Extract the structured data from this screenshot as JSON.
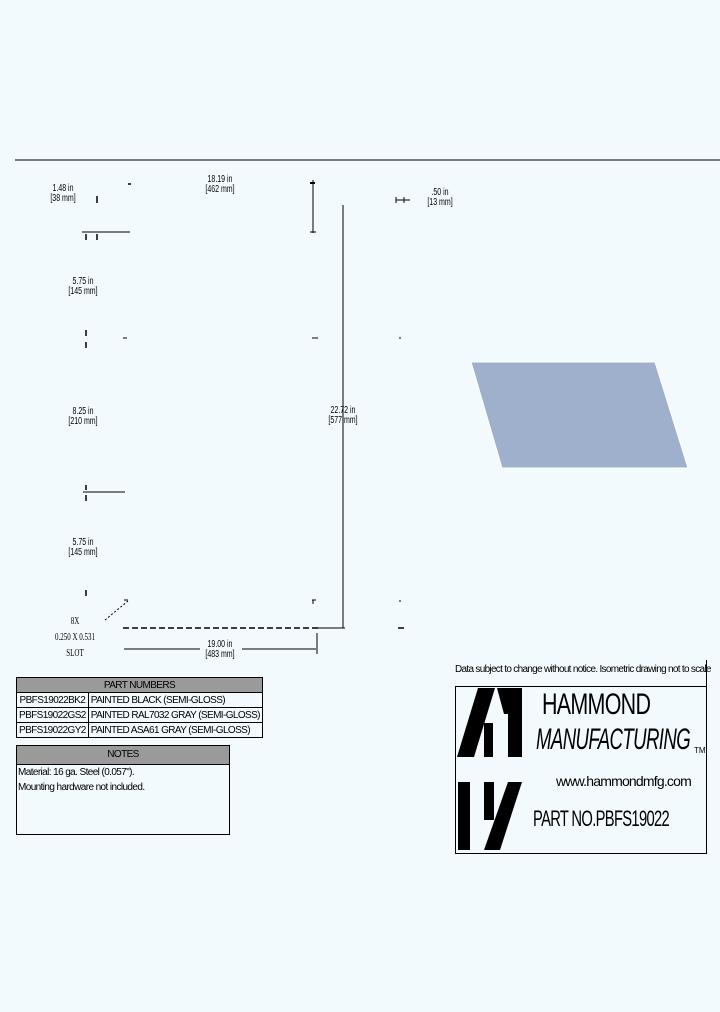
{
  "dimensions": {
    "d1": {
      "in": "1.48 in",
      "mm": "[38 mm]"
    },
    "d2": {
      "in": "18.19 in",
      "mm": "[462 mm]"
    },
    "d3": {
      "in": ".50 in",
      "mm": "[13 mm]"
    },
    "d4": {
      "in": "5.75 in",
      "mm": "[145 mm]"
    },
    "d5": {
      "in": "8.25 in",
      "mm": "[210 mm]"
    },
    "d6": {
      "in": "22.72 in",
      "mm": "[577 mm]"
    },
    "d7": {
      "in": "5.75 in",
      "mm": "[145 mm]"
    },
    "d8": {
      "in": "19.00 in",
      "mm": "[483 mm]"
    }
  },
  "slot": {
    "qty": "8X",
    "size": "0.250 X 0.531",
    "label": "SLOT"
  },
  "part_numbers": {
    "header": "PART NUMBERS",
    "rows": [
      {
        "pn": "PBFS19022BK2",
        "desc": "PAINTED BLACK (SEMI-GLOSS)"
      },
      {
        "pn": "PBFS19022GS2",
        "desc": "PAINTED RAL7032 GRAY (SEMI-GLOSS)"
      },
      {
        "pn": "PBFS19022GY2",
        "desc": "PAINTED ASA61 GRAY (SEMI-GLOSS)"
      }
    ]
  },
  "notes": {
    "header": "NOTES",
    "lines": [
      "Material: 16 ga. Steel (0.057\").",
      "Mounting hardware not included."
    ]
  },
  "title_block": {
    "disclaimer": "Data subject to change without notice. Isometric drawing not to scale",
    "company_line1": "HAMMOND",
    "company_line2": "MANUFACTURING",
    "tm": "TM",
    "website": "www.hammondmfg.com",
    "part_no": "PART NO.PBFS19022"
  },
  "colors": {
    "background": "#f3fafd",
    "panel_fill": "#9fb0cc",
    "table_header": "#9a9a9a"
  }
}
